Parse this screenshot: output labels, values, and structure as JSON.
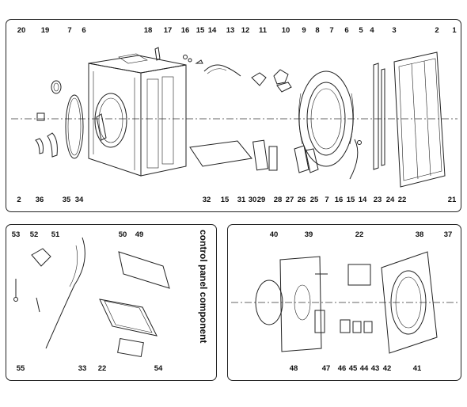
{
  "panels": {
    "main_labels_top": [
      "20",
      "19",
      "7",
      "6",
      "18",
      "17",
      "16",
      "15",
      "14",
      "13",
      "12",
      "11",
      "10",
      "9",
      "8",
      "7",
      "6",
      "5",
      "4",
      "3",
      "2",
      "1"
    ],
    "main_labels_bottom": [
      "2",
      "36",
      "35",
      "34",
      "32",
      "15",
      "31",
      "30",
      "29",
      "28",
      "27",
      "26",
      "25",
      "7",
      "16",
      "15",
      "14",
      "23",
      "24",
      "22",
      "21"
    ],
    "control_labels": [
      "53",
      "52",
      "51",
      "50",
      "49",
      "55",
      "33",
      "22",
      "54"
    ],
    "control_caption": "control panel component",
    "front_labels": [
      "40",
      "39",
      "22",
      "38",
      "37",
      "48",
      "47",
      "46",
      "45",
      "44",
      "43",
      "42",
      "41"
    ]
  }
}
